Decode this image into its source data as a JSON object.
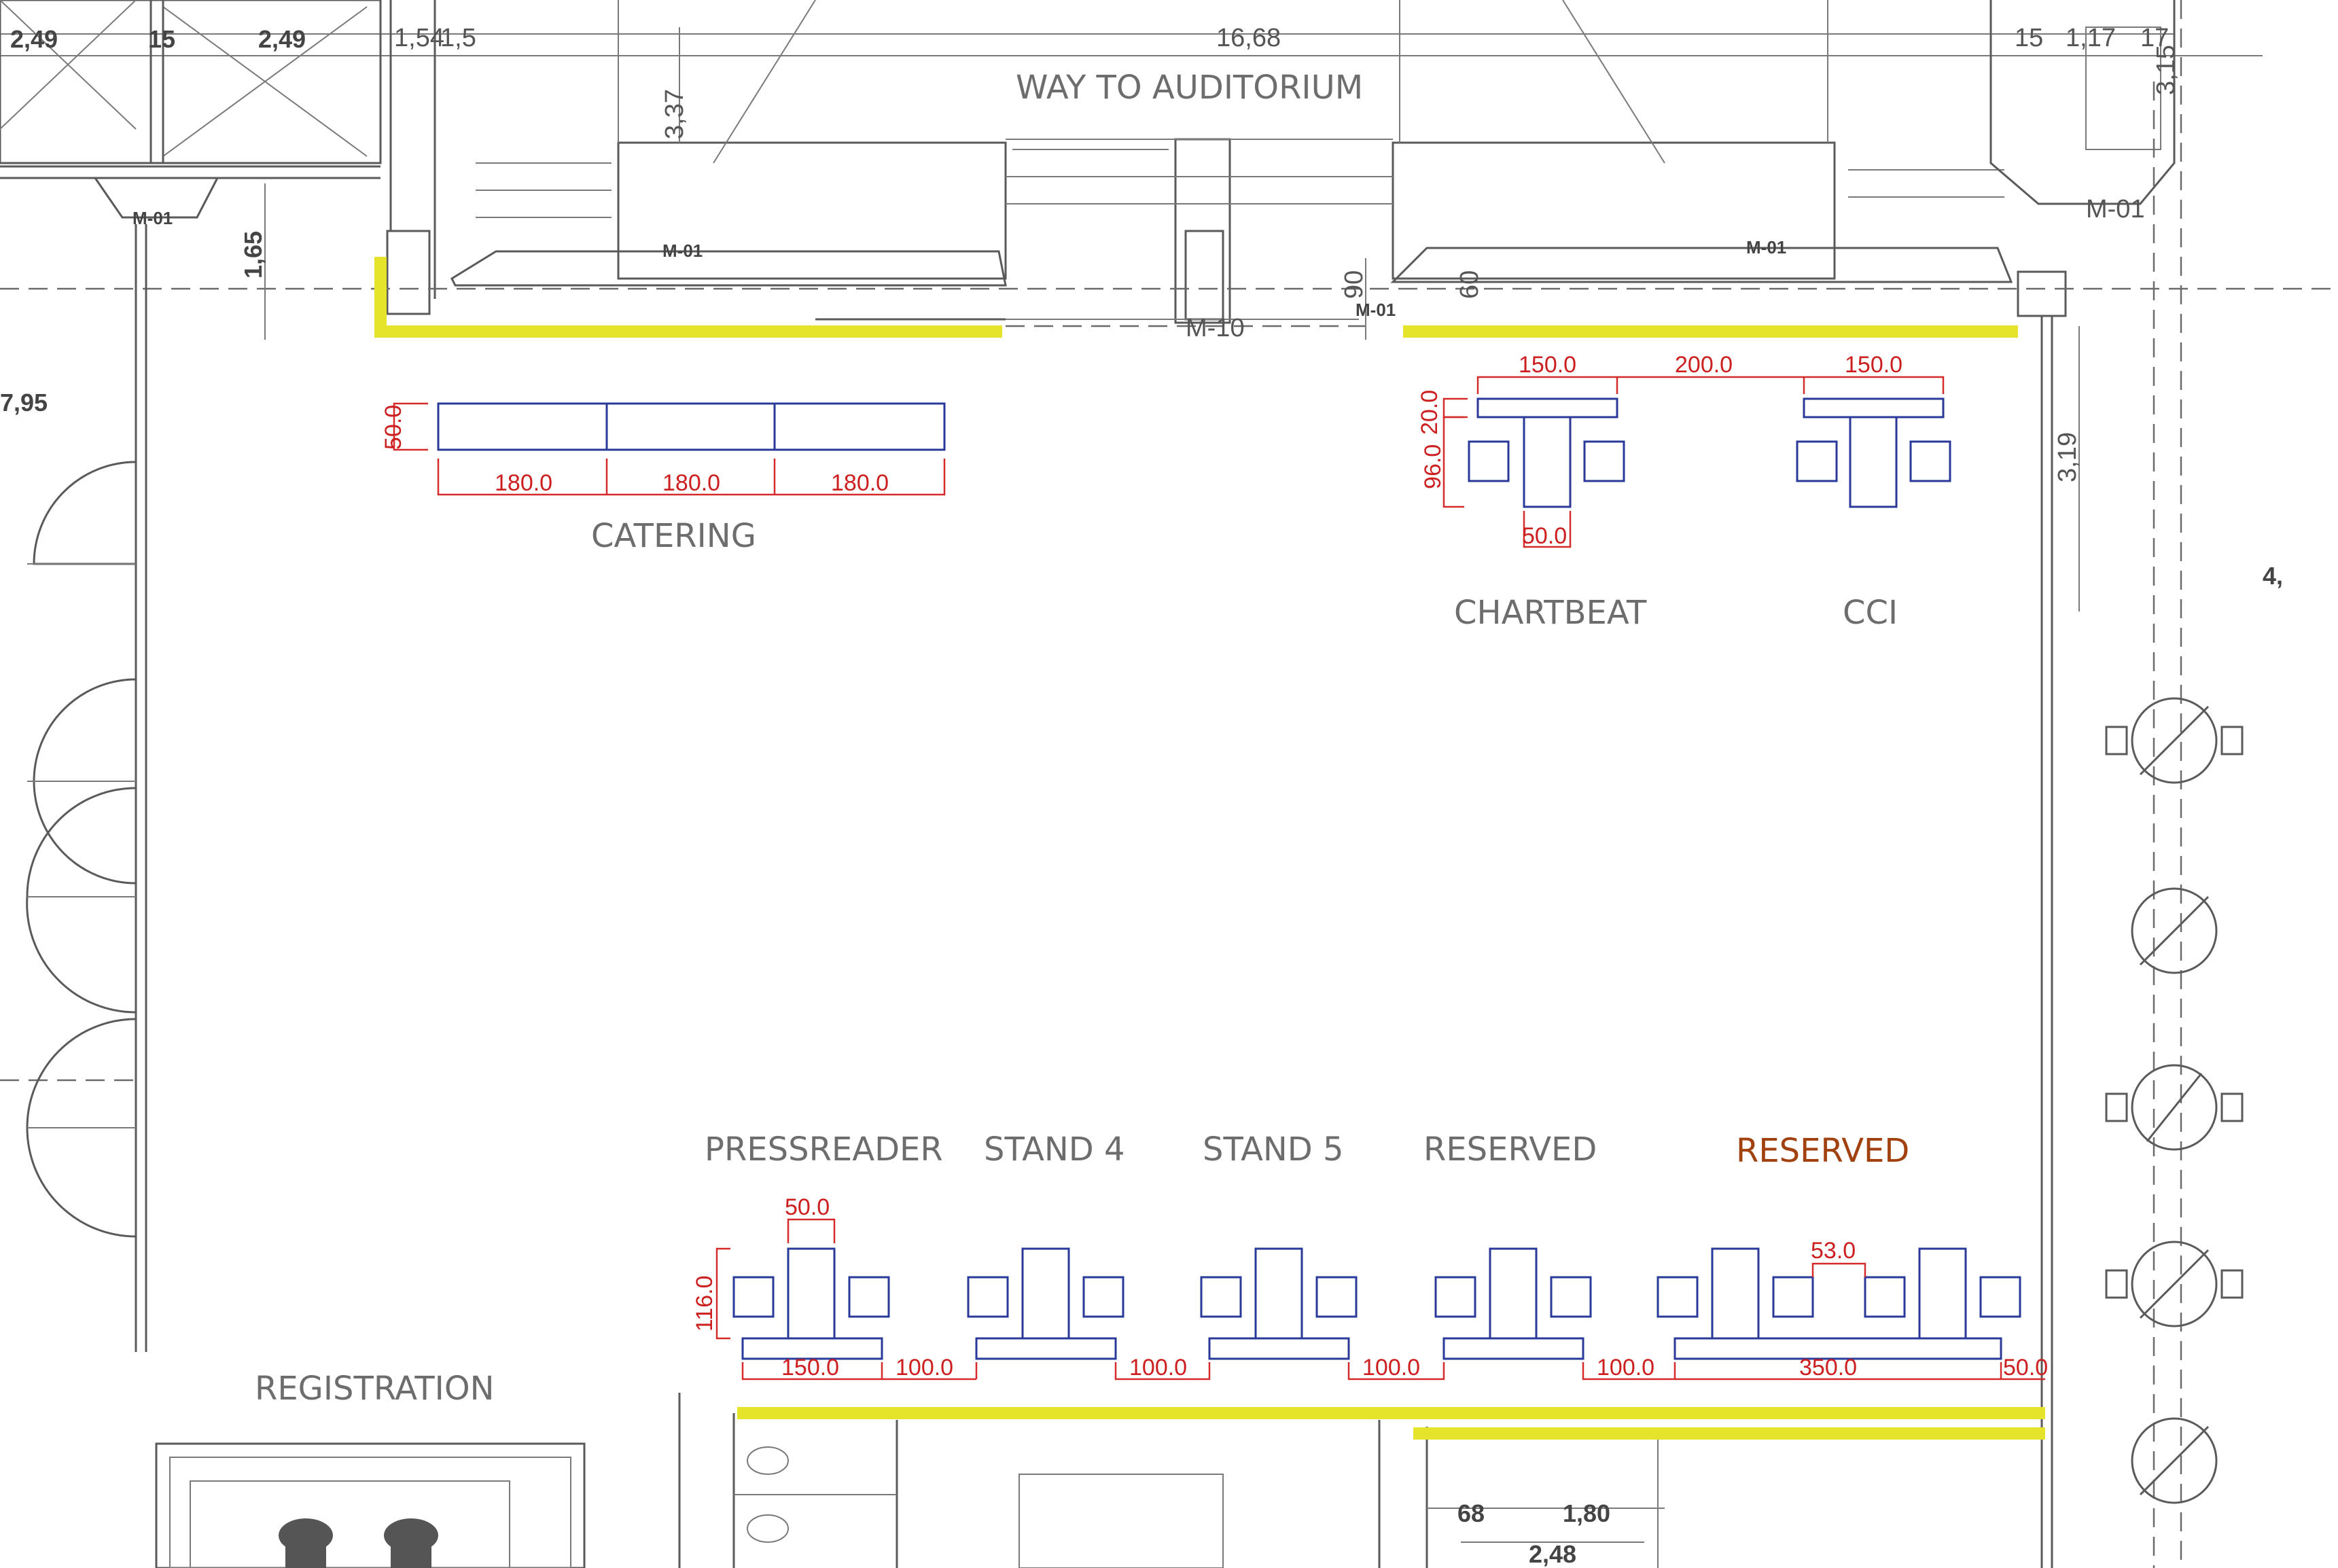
{
  "labels": {
    "way_to_auditorium": "WAY TO AUDITORIUM",
    "catering": "CATERING",
    "chartbeat": "CHARTBEAT",
    "cci": "CCI",
    "pressreader": "PRESSREADER",
    "stand_4": "STAND 4",
    "stand_5": "STAND 5",
    "reserved_1": "RESERVED",
    "reserved_2": "RESERVED",
    "registration": "REGISTRATION"
  },
  "dimensions_red": {
    "catering_depth": "50.0",
    "catering_w1": "180.0",
    "catering_w2": "180.0",
    "catering_w3": "180.0",
    "top_w1": "150.0",
    "top_gap": "200.0",
    "top_w2": "150.0",
    "top_shelf": "20.0",
    "top_depth": "96.0",
    "top_post": "50.0",
    "bottom_post": "50.0",
    "bottom_depth": "116.0",
    "bottom_w1": "150.0",
    "gap_1": "100.0",
    "gap_2": "100.0",
    "gap_3": "100.0",
    "gap_4": "100.0",
    "bottom_w_reserved": "350.0",
    "reserved_gap": "53.0",
    "bottom_end": "50.0"
  },
  "dimensions_black": {
    "d_2_49_a": "2,49",
    "d_15_a": "15",
    "d_2_49_b": "2,49",
    "d_1_54": "1,54",
    "d_1_5": "1,5",
    "d_16_68": "16,68",
    "d_15_b": "15",
    "d_1_17": "1,17",
    "d_17": "17",
    "d_3_37": "3,37",
    "d_1_65": "1,65",
    "d_7_95": "7,95",
    "d_90": "90",
    "d_60": "60",
    "d_3_19": "3,19",
    "d_3_15": "3,15",
    "d_4": "4,",
    "d_68": "68",
    "d_1_80": "1,80",
    "d_2_48": "2,48"
  },
  "tags": {
    "m01_a": "M-01",
    "m01_b": "M-01",
    "m01_c": "M-01",
    "m01_d": "M-01",
    "m01_e": "M-01",
    "m10": "M-10"
  },
  "colors": {
    "furniture": "#2a3a9a",
    "dimension": "#d42a2a",
    "highlight_wall": "#e6e32b",
    "label": "#6d6d6d",
    "reserved_accent": "#a0410f"
  }
}
